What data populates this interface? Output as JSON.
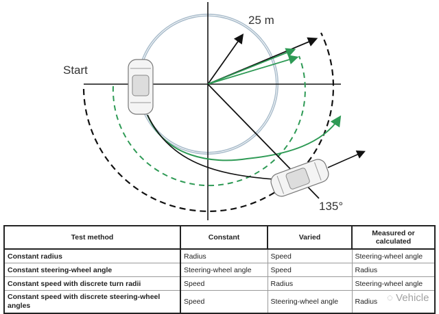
{
  "diagram": {
    "start_label": "Start",
    "radius_label": "25 m",
    "angle_label": "135°",
    "colors": {
      "circle": "#a9bccb",
      "green": "#2e9a55",
      "black": "#111111"
    }
  },
  "table": {
    "headers": [
      "Test method",
      "Constant",
      "Varied",
      "Measured or calculated"
    ],
    "rows": [
      [
        "Constant radius",
        "Radius",
        "Speed",
        "Steering-wheel angle"
      ],
      [
        "Constant steering-wheel angle",
        "Steering-wheel angle",
        "Speed",
        "Radius"
      ],
      [
        "Constant speed with discrete turn radii",
        "Speed",
        "Radius",
        "Steering-wheel angle"
      ],
      [
        "Constant speed with discrete steering-wheel angles",
        "Speed",
        "Steering-wheel angle",
        "Radius"
      ]
    ]
  },
  "watermark": "Vehicle"
}
